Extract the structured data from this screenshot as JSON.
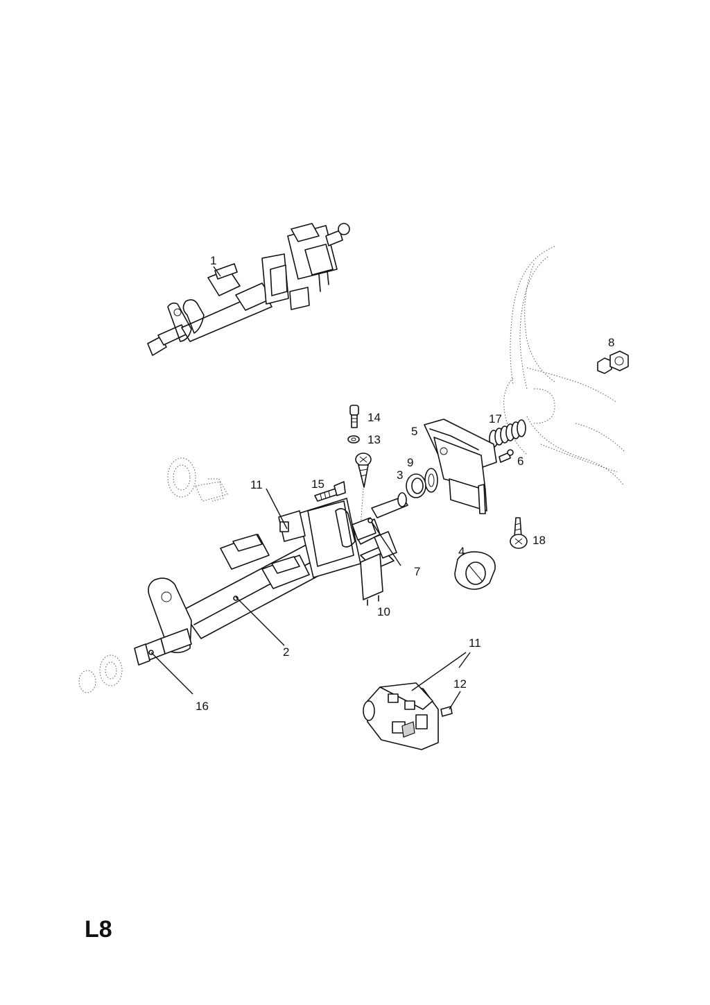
{
  "page": {
    "code": "L8"
  },
  "callouts": {
    "c1": "1",
    "c2": "2",
    "c3": "3",
    "c4": "4",
    "c5": "5",
    "c6": "6",
    "c7": "7",
    "c8": "8",
    "c9": "9",
    "c10": "10",
    "c11a": "11",
    "c11b": "11",
    "c12": "12",
    "c13": "13",
    "c14": "14",
    "c15": "15",
    "c16": "16",
    "c17": "17",
    "c18": "18"
  }
}
